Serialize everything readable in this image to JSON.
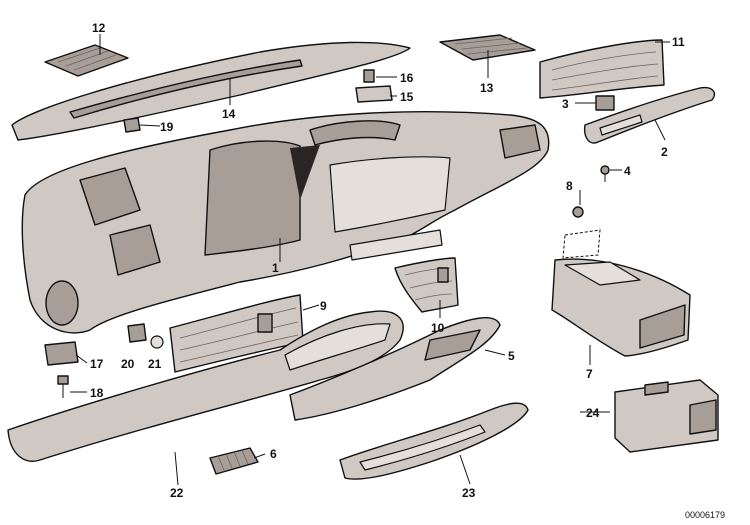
{
  "diagram": {
    "callouts": [
      "1",
      "2",
      "3",
      "4",
      "5",
      "6",
      "7",
      "8",
      "9",
      "10",
      "11",
      "12",
      "13",
      "14",
      "15",
      "16",
      "17",
      "18",
      "19",
      "20",
      "21",
      "22",
      "23",
      "24"
    ],
    "reference_number": "00006179"
  }
}
